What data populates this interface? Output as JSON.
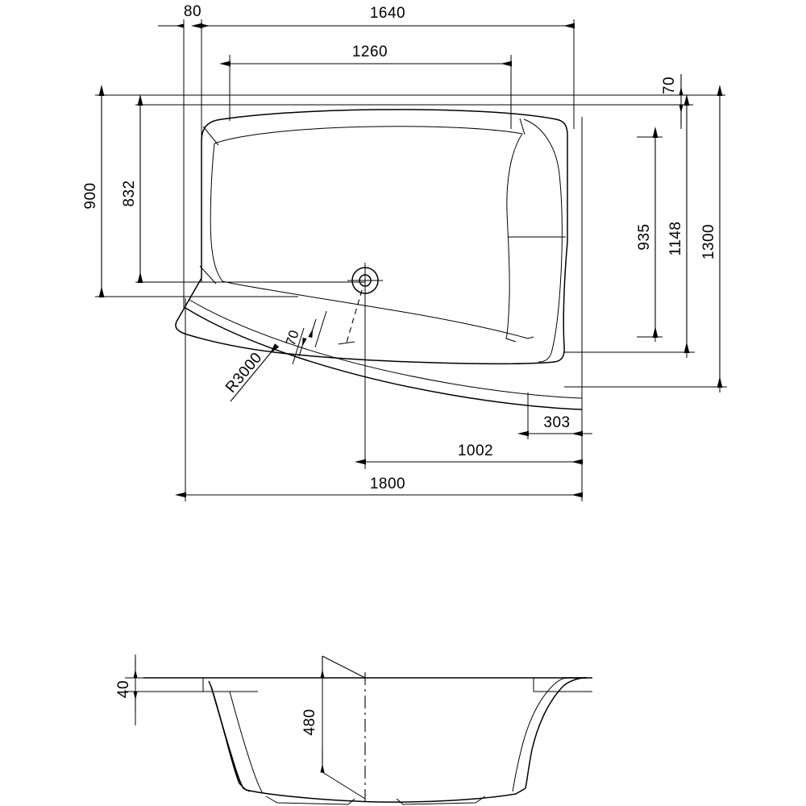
{
  "document": {
    "type": "technical-drawing",
    "subject": "offset corner bathtub",
    "units": "mm",
    "line_color": "#000000",
    "background_color": "#ffffff"
  },
  "views": {
    "plan": {
      "name": "plan-view",
      "label": ""
    },
    "section": {
      "name": "section-view",
      "label": ""
    }
  },
  "dimensions": {
    "top_width_80": "80",
    "top_width_1640": "1640",
    "top_width_1260": "1260",
    "left_height_900": "900",
    "left_height_832": "832",
    "right_height_70": "70",
    "right_height_935": "935",
    "right_height_1148": "1148",
    "right_height_1300": "1300",
    "radius_r3000": "R3000",
    "drain_offset_70": "70",
    "bottom_303": "303",
    "bottom_1002": "1002",
    "bottom_1800": "1800",
    "section_rim_40": "40",
    "section_depth_480": "480"
  },
  "symbols": {
    "drain": "drain-target-symbol"
  }
}
